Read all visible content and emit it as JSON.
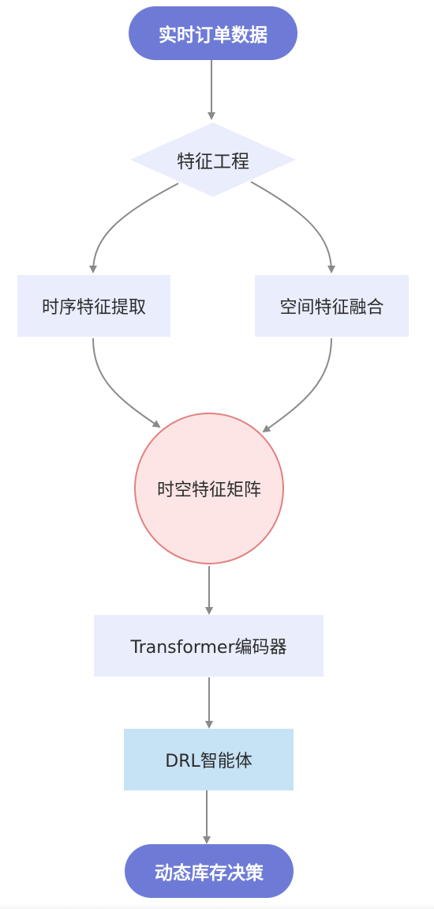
{
  "nodes": {
    "start": "实时订单数据",
    "feature": "特征工程",
    "temporal": "时序特征提取",
    "spatial": "空间特征融合",
    "matrix": "时空特征矩阵",
    "transformer": "Transformer编码器",
    "drl": "DRL智能体",
    "end": "动态库存决策"
  },
  "colors": {
    "terminal": "#6e7bd6",
    "process": "#e9edfc",
    "agent": "#c6e2f5",
    "matrix_fill": "#fde5e5",
    "matrix_border": "#e28080",
    "edge": "#8a8a8a"
  }
}
